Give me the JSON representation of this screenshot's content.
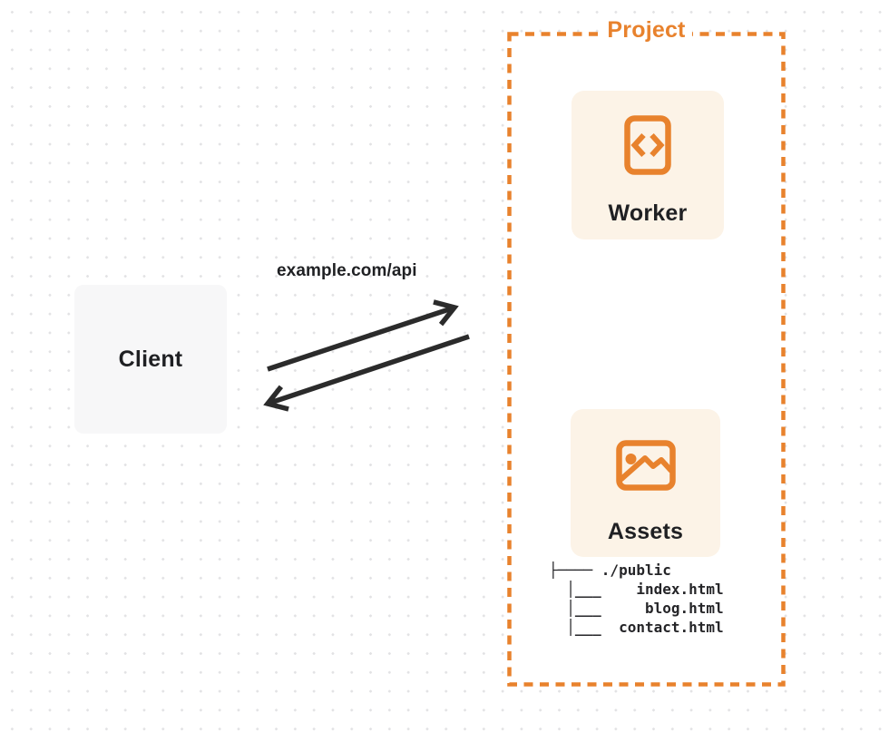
{
  "client": {
    "label": "Client"
  },
  "request": {
    "url_label": "example.com/api"
  },
  "project": {
    "label": "Project",
    "worker": {
      "label": "Worker",
      "icon": "code-file-icon"
    },
    "assets": {
      "label": "Assets",
      "icon": "image-icon"
    },
    "file_tree": {
      "root": "./public",
      "files": [
        "index.html",
        "blog.html",
        "contact.html"
      ],
      "lines": [
        "├──── ./public",
        "  │___    index.html",
        "  │___     blog.html",
        "  │___  contact.html"
      ]
    }
  },
  "colors": {
    "accent_orange": "#e8822d",
    "card_cream": "#fcf3e7",
    "client_gray": "#f7f7f8",
    "ink": "#1f2023",
    "arrow": "#2b2b2b",
    "dot_grid": "#e2e2e4"
  }
}
